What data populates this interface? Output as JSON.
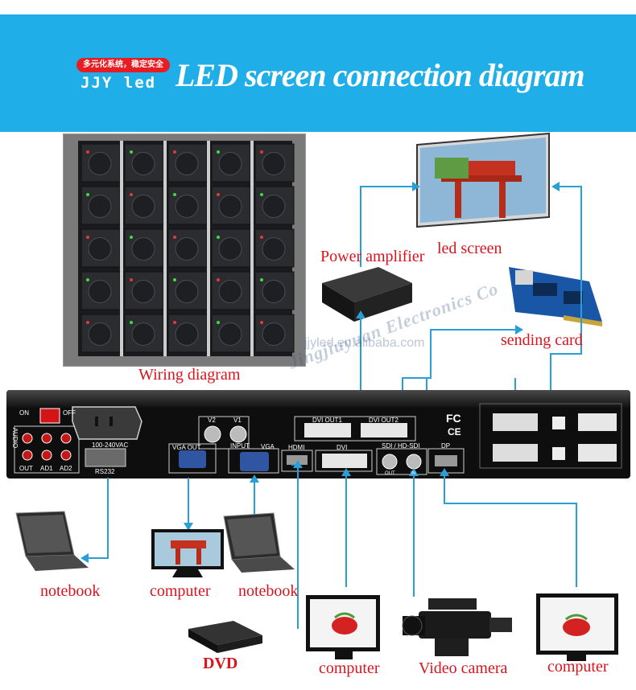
{
  "header": {
    "badge_cn": "多元化系统，稳定安全",
    "badge_en": "JJY led",
    "title": "LED screen connection diagram"
  },
  "watermark": {
    "url": "jjyled.en.alibaba.com",
    "company": "Jingjiuyuan Electronics Co"
  },
  "labels": {
    "wiring_diagram": "Wiring diagram",
    "power_amplifier": "Power amplifier",
    "led_screen": "led screen",
    "sending_card": "sending card",
    "notebook_left": "notebook",
    "computer_vga": "computer",
    "notebook_right": "notebook",
    "dvd": "DVD",
    "computer_dvi": "computer",
    "video_camera": "Video camera",
    "computer_dp": "computer"
  },
  "device": {
    "power_on": "ON",
    "power_off": "OFF",
    "audio": "AUDIO",
    "voltage": "100-240VAC",
    "rs232": "RS232",
    "audio_out": "OUT",
    "audio_ad1": "AD1",
    "audio_ad2": "AD2",
    "v2": "V2",
    "v1": "V1",
    "input": "INPUT",
    "vga_out": "VGA OUT",
    "vga": "VGA",
    "dvi_out1": "DVI OUT1",
    "dvi_out2": "DVI OUT2",
    "hdmi": "HDMI",
    "dvi": "DVI",
    "sdi": "SDI / HD-SDI",
    "out": "OUT",
    "in": "IN",
    "dp": "DP",
    "fc": "FC",
    "ce": "CE"
  },
  "colors": {
    "banner": "#20aee8",
    "arrow": "#2a9fd6",
    "label": "#d8141d"
  }
}
